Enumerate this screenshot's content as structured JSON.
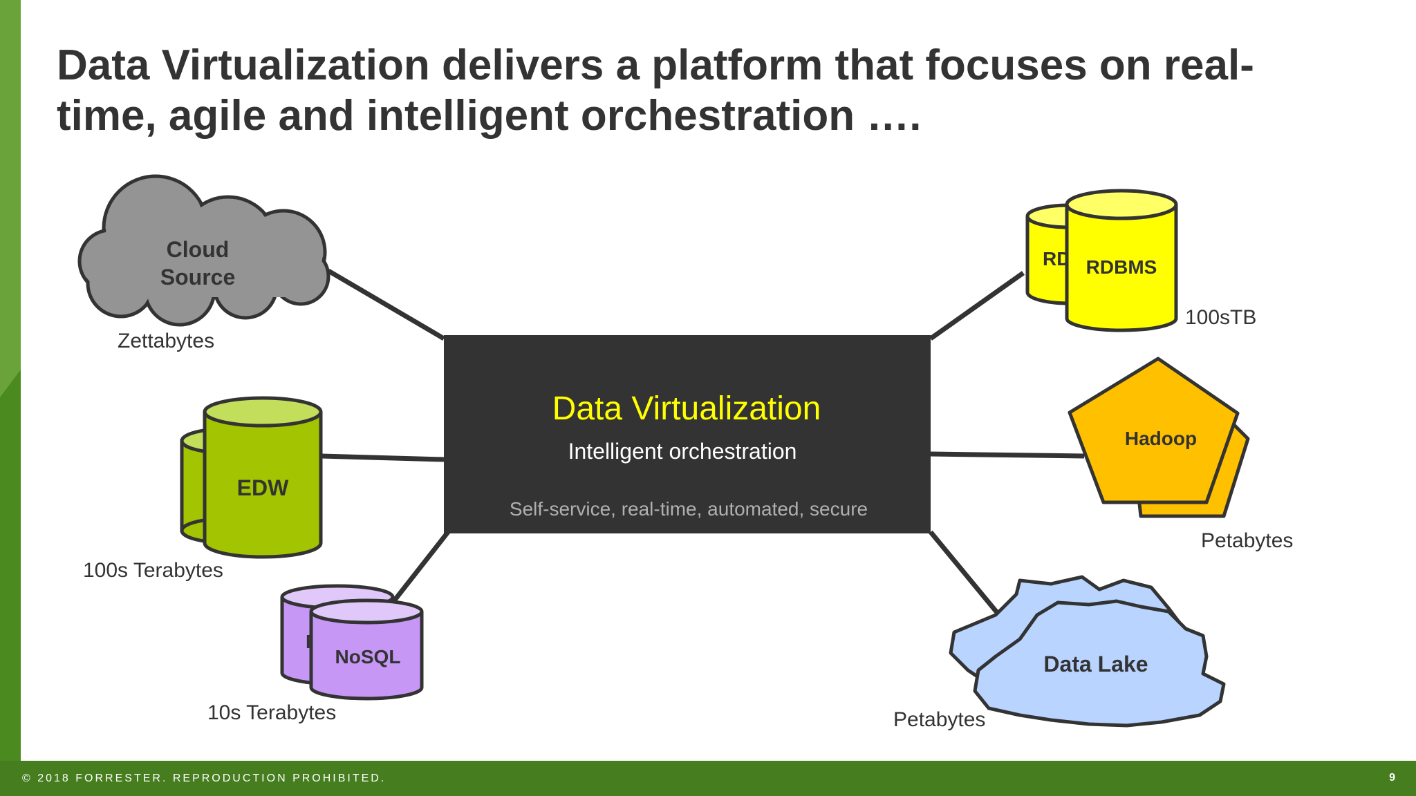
{
  "slide": {
    "title": "Data Virtualization delivers a platform that focuses on real-time, agile and intelligent orchestration ….",
    "title_lines": [
      "Data Virtualization delivers a platform that focuses on real-",
      "time, agile and intelligent orchestration …."
    ],
    "center": {
      "title": "Data Virtualization",
      "subtitle": "Intelligent orchestration",
      "tagline": "Self-service, real-time, automated, secure"
    },
    "sources": {
      "cloud": {
        "line1": "Cloud",
        "line2": "Source",
        "size": "Zettabytes"
      },
      "edw": {
        "label": "EDW",
        "size": "100s Terabytes"
      },
      "nosql": {
        "label": "NoSQL",
        "back_label": "N",
        "size": "10s Terabytes"
      },
      "rdbms": {
        "label": "RDBMS",
        "back_label": "RD",
        "size": "100sTB"
      },
      "hadoop": {
        "label": "Hadoop",
        "size": "Petabytes"
      },
      "datalake": {
        "label": "Data Lake",
        "size": "Petabytes"
      }
    },
    "footer": {
      "copyright": "© 2018 FORRESTER. REPRODUCTION PROHIBITED.",
      "page_number": "9"
    },
    "colors": {
      "accent_green": "#4a8a1f",
      "center_box": "#333333",
      "center_title": "#ffff00",
      "cloud": "#949494",
      "edw": "#a3c400",
      "nosql": "#c697f5",
      "rdbms": "#ffff00",
      "hadoop": "#ffc000",
      "datalake": "#b8d4ff"
    }
  }
}
